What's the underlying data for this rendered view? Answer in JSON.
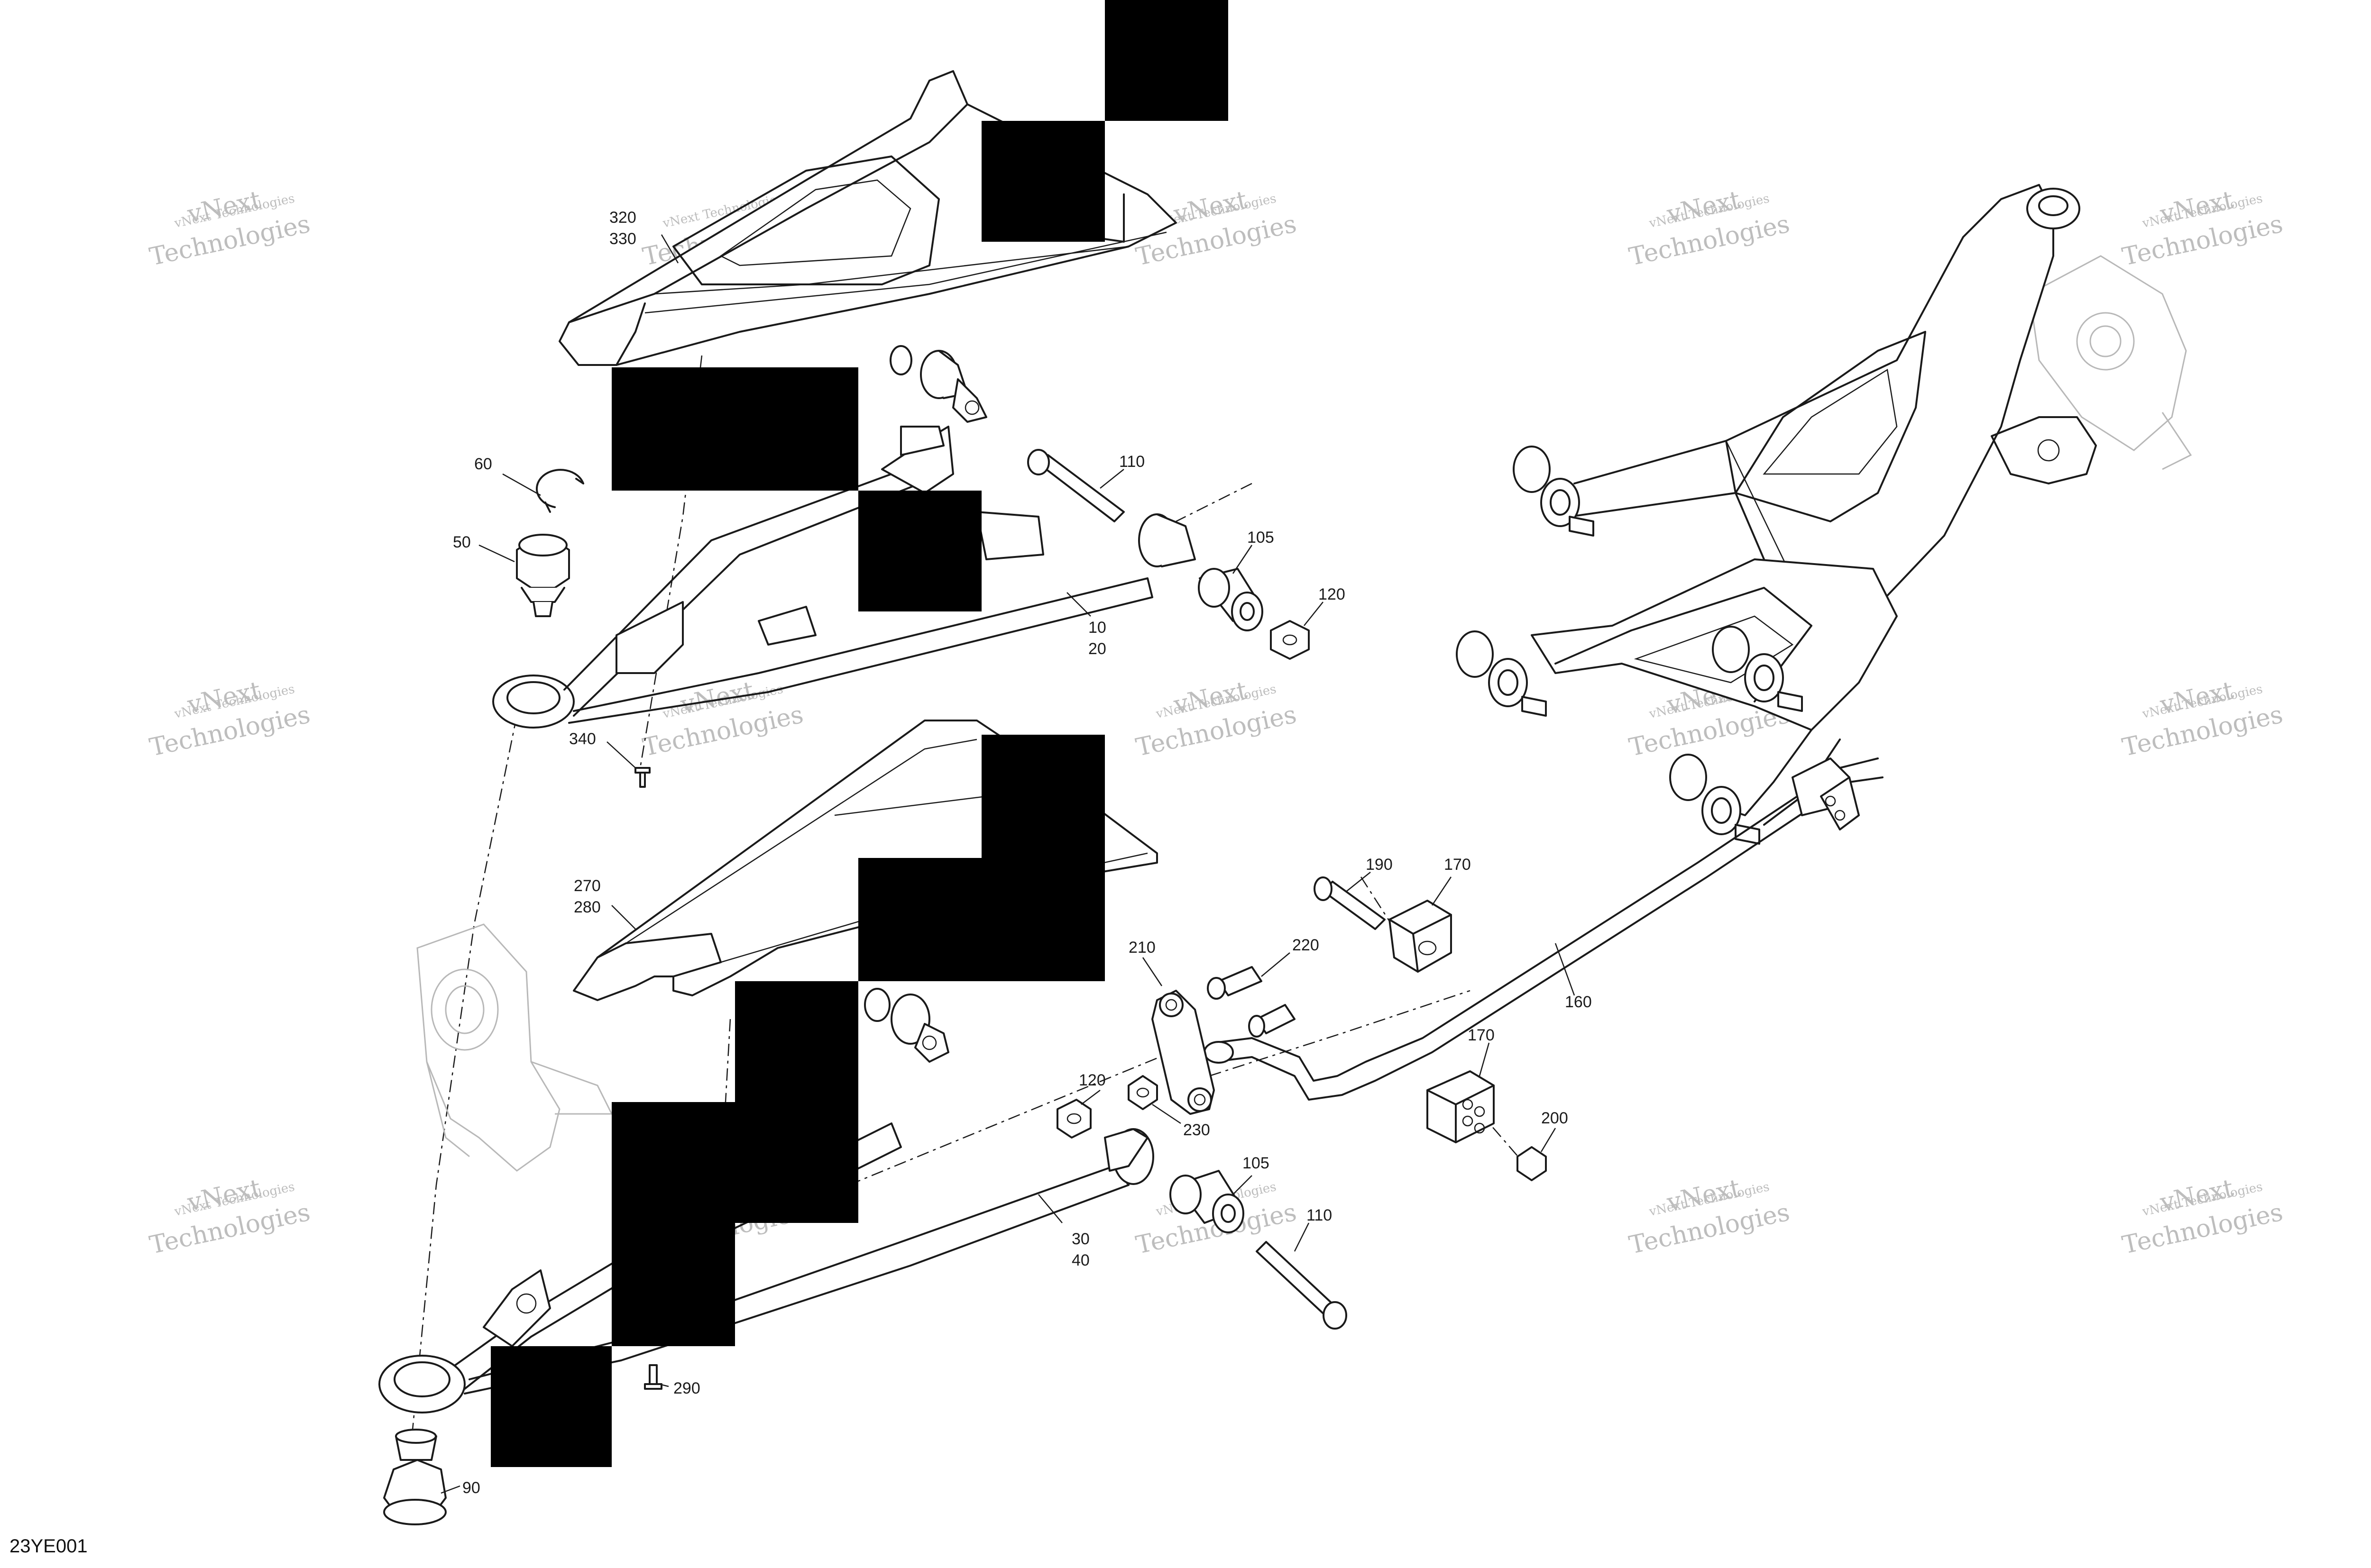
{
  "diagram_code": "23YE001",
  "watermark": {
    "line1": "vNext",
    "line2": "Technologies",
    "combined": "vNext Technologies"
  },
  "callouts": {
    "c320": "320",
    "c330": "330",
    "c60": "60",
    "c50": "50",
    "c110a": "110",
    "c105a": "105",
    "c120a": "120",
    "c10": "10",
    "c20": "20",
    "c340": "340",
    "c270": "270",
    "c280": "280",
    "c190": "190",
    "c170a": "170",
    "c210": "210",
    "c220": "220",
    "c160": "160",
    "c170b": "170",
    "c120b": "120",
    "c230": "230",
    "c200": "200",
    "c105b": "105",
    "c110b": "110",
    "c30": "30",
    "c40": "40",
    "c290": "290",
    "c90": "90"
  }
}
